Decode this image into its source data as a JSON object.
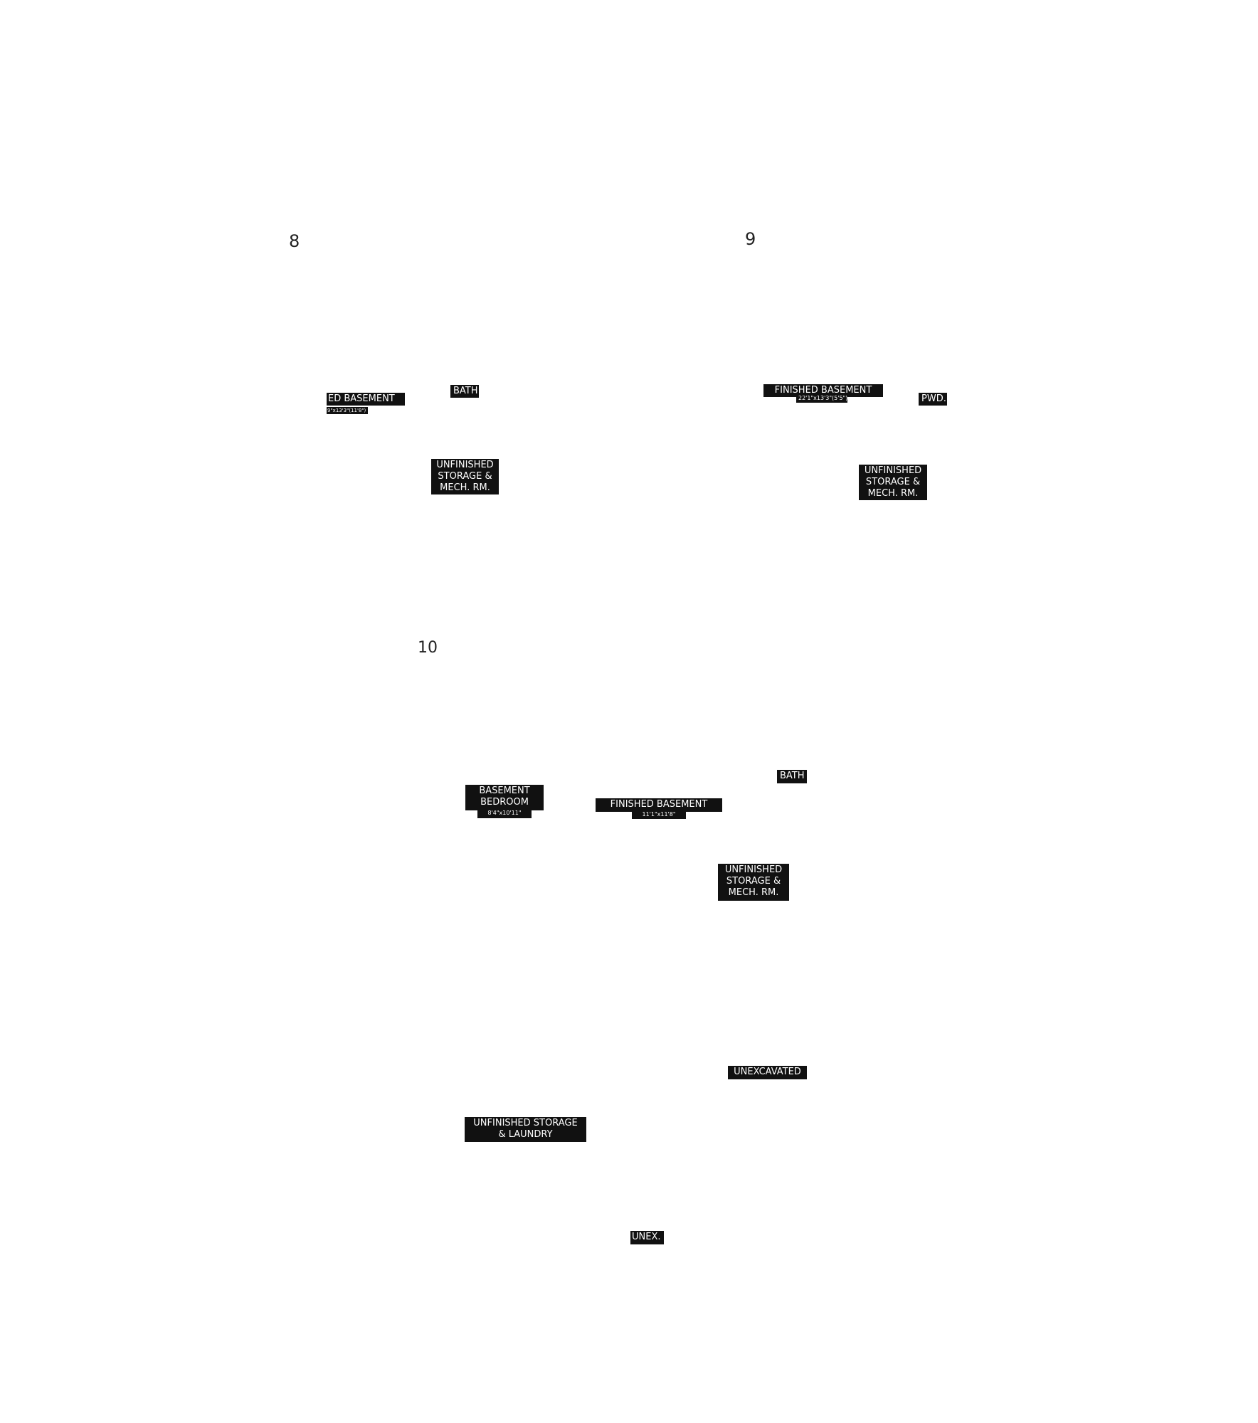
{
  "plans": [
    {
      "number": "8",
      "rooms": [
        {
          "name": "ED BASEMENT",
          "dims": "9\"x13'3\"(11'8\")"
        },
        {
          "name": "BATH"
        },
        {
          "name": "UNFINISHED\nSTORAGE &\nMECH. RM."
        }
      ]
    },
    {
      "number": "9",
      "rooms": [
        {
          "name": "FINISHED BASEMENT",
          "dims": "22'1\"x13'3\"(5'5\")"
        },
        {
          "name": "PWD."
        },
        {
          "name": "UNFINISHED\nSTORAGE &\nMECH. RM."
        }
      ]
    },
    {
      "number": "10",
      "rooms": [
        {
          "name": "BATH"
        },
        {
          "name": "BASEMENT\nBEDROOM",
          "dims": "8'4\"x10'11\""
        },
        {
          "name": "FINISHED BASEMENT",
          "dims": "11'1\"x11'8\""
        },
        {
          "name": "UNFINISHED\nSTORAGE &\nMECH. RM."
        },
        {
          "name": "UNEXCAVATED"
        },
        {
          "name": "UNFINISHED STORAGE\n& LAUNDRY"
        },
        {
          "name": "UNEX."
        }
      ]
    }
  ]
}
